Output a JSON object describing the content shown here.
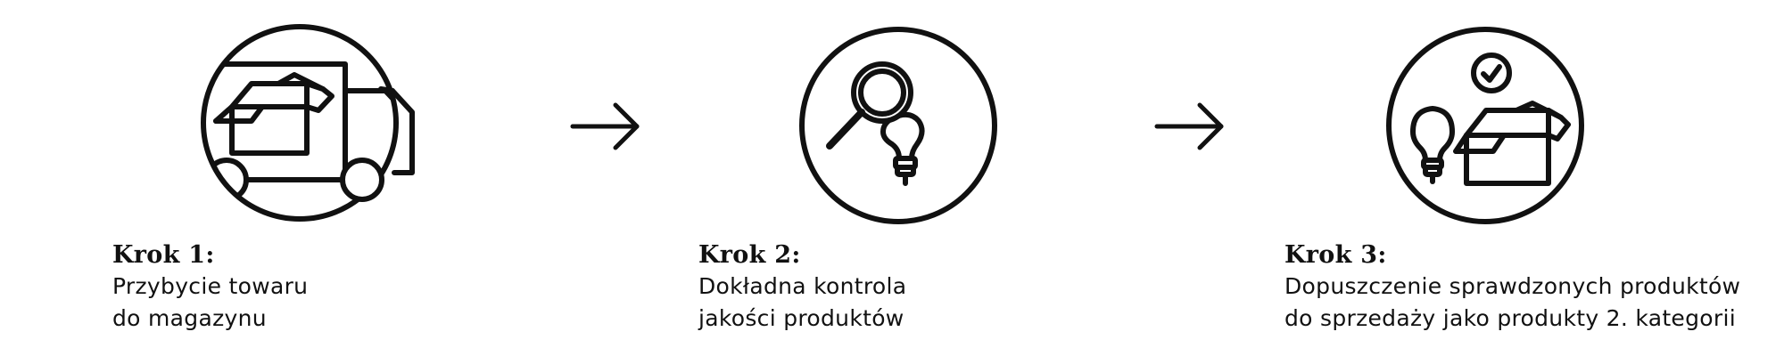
{
  "steps": [
    {
      "title": "Krok 1:",
      "line1": "Przybycie towaru",
      "line2": "do magazynu",
      "icon": "delivery-truck-box-icon"
    },
    {
      "title": "Krok 2:",
      "line1": "Dokładna kontrola",
      "line2": "jakości produktów",
      "icon": "magnifier-bulb-icon"
    },
    {
      "title": "Krok 3:",
      "line1": "Dopuszczenie sprawdzonych produktów",
      "line2": "do sprzedaży jako produkty 2. kategorii",
      "icon": "approved-box-bulb-icon"
    }
  ],
  "connectors": [
    "arrow-right-icon",
    "arrow-right-icon"
  ]
}
